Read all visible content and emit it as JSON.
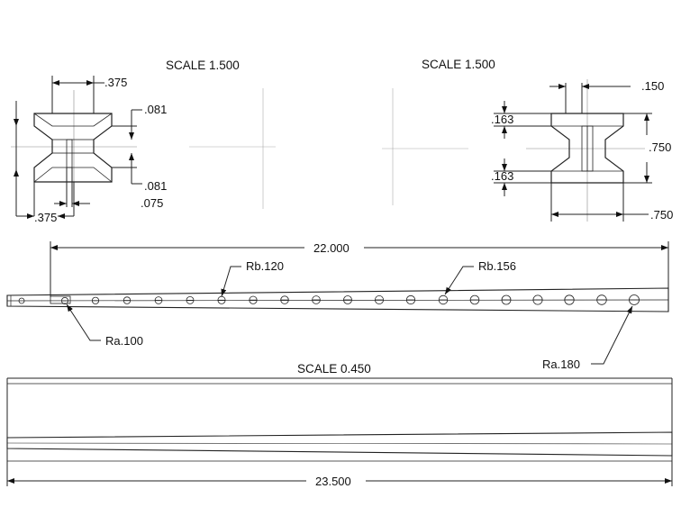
{
  "views": {
    "left_section": {
      "scale": "SCALE 1.500"
    },
    "right_section": {
      "scale": "SCALE 1.500"
    },
    "bottom_view": {
      "scale": "SCALE 0.450"
    }
  },
  "dimensions": {
    "left_top_width": ".375",
    "left_bottom_width": ".375",
    "left_upper_gap": ".081",
    "left_lower_gap": ".081",
    "left_slot": ".075",
    "right_top_width": ".150",
    "right_upper_step": ".163",
    "right_lower_step": ".163",
    "right_height": ".750",
    "right_width": ".750",
    "overall_length_top": "22.000",
    "overall_length_bottom": "23.500"
  },
  "callouts": {
    "rb_small": "Rb.120",
    "rb_large": "Rb.156",
    "ra_small": "Ra.100",
    "ra_large": "Ra.180"
  }
}
